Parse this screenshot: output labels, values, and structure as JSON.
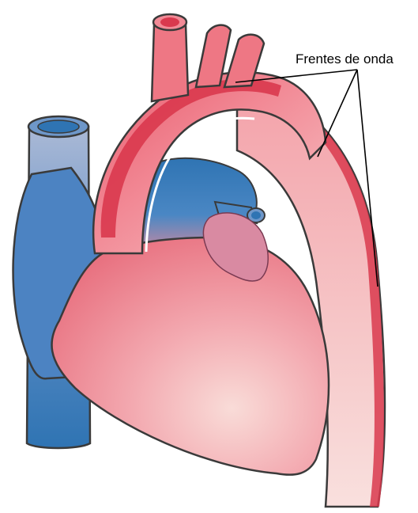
{
  "annotation": {
    "label": "Frentes de onda"
  },
  "colors": {
    "artery_light": "#f7c6c9",
    "artery_mid": "#ef8e98",
    "artery_dark": "#d9394e",
    "vein_light": "#b6c6df",
    "vein_mid": "#6e97c9",
    "vein_dark": "#2f74b3",
    "outline": "#3a3a3a",
    "atrium": "#d98aa2"
  },
  "icons": {
    "heart": "heart-illustration",
    "wavefront": "wavefront-band"
  }
}
